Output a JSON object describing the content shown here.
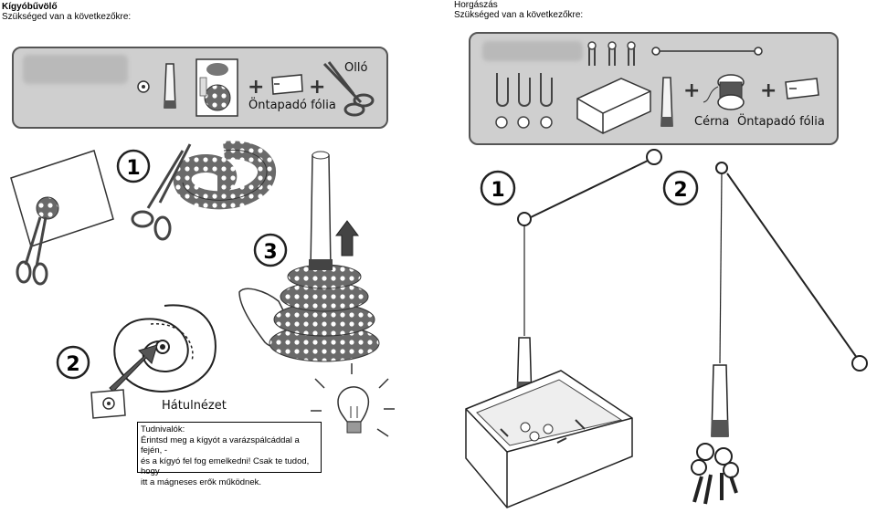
{
  "left": {
    "title": "Kígyóbűvölő",
    "subtitle": "Szükséged van a következőkre:",
    "supplies": {
      "scissors_label": "Olló",
      "foil_label": "Öntapadó fólia",
      "plus": "+"
    },
    "steps": [
      "1",
      "2",
      "3"
    ],
    "back_view_label": "Hátulnézet",
    "notes": {
      "heading": "Tudnivalók:",
      "line1": "Érintsd meg a kígyót a varázspálcáddal a fején, -",
      "line2": "és a kígyó fel fog emelkedni! Csak te tudod, hogy",
      "line3": "itt a mágneses erők működnek."
    }
  },
  "right": {
    "title": "Horgászás",
    "subtitle": "Szükséged van a következőkre:",
    "supplies": {
      "thread_label": "Cérna",
      "foil_label": "Öntapadó fólia",
      "plus": "+"
    },
    "steps": [
      "1",
      "2"
    ]
  },
  "colors": {
    "panel": "#cfcfcf",
    "line": "#222222",
    "pattern": "#666666"
  }
}
